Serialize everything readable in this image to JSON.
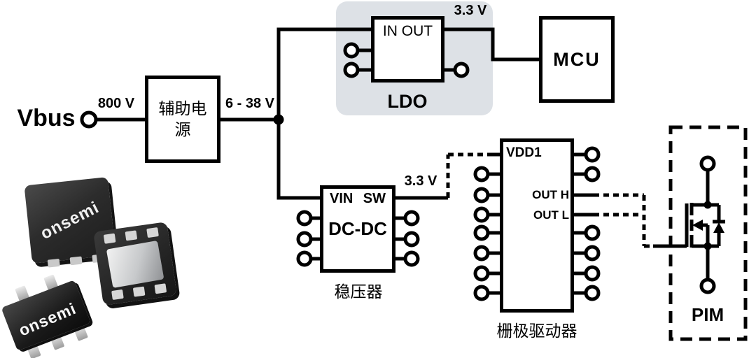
{
  "diagram": {
    "vbus": {
      "label": "Vbus",
      "voltage": "800 V"
    },
    "aux_supply": {
      "title_line1": "辅助电",
      "title_line2": "源",
      "output_voltage": "6 - 38 V"
    },
    "ldo": {
      "pins": "IN OUT",
      "caption": "LDO",
      "output_voltage": "3.3 V"
    },
    "mcu": {
      "caption": "MCU"
    },
    "dcdc": {
      "pin_left": "VIN",
      "pin_right": "SW",
      "title": "DC-DC",
      "caption": "稳压器",
      "output_voltage": "3.3 V"
    },
    "gate_driver": {
      "pin_vdd": "VDD1",
      "pin_out_h": "OUT H",
      "pin_out_l": "OUT L",
      "caption": "栅极驱动器"
    },
    "pim": {
      "caption": "PIM"
    }
  },
  "brand": {
    "logo_text": "onsemi"
  },
  "colors": {
    "wire": "#000000",
    "ldo_panel": "#dde1e6",
    "chip_body": "#2b2b2b"
  }
}
